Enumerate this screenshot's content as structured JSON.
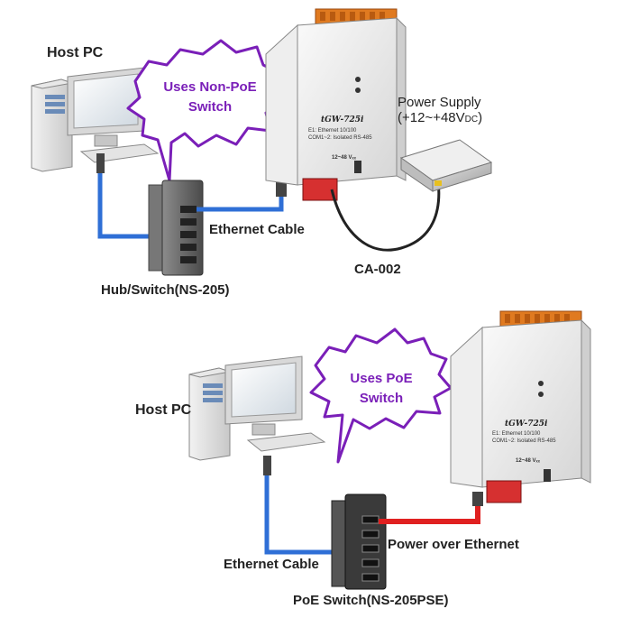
{
  "top": {
    "host_pc_label": "Host PC",
    "bubble_line1": "Uses Non-PoE",
    "bubble_line2": "Switch",
    "power_supply_line1": "Power Supply",
    "power_supply_line2": "(+12~+48V",
    "power_supply_subscript": "DC",
    "power_supply_close": ")",
    "ethernet_cable_label": "Ethernet Cable",
    "ca002_label": "CA-002",
    "switch_label": "Hub/Switch(NS-205)",
    "device_model": "tGW-725i",
    "device_line1": "E1: Ethernet 10/100",
    "device_line2": "COM1~2: Isolated RS-485",
    "device_power": "12~48 Vₓₓ"
  },
  "bottom": {
    "host_pc_label": "Host PC",
    "bubble_line1": "Uses PoE",
    "bubble_line2": "Switch",
    "ethernet_cable_label": "Ethernet Cable",
    "poe_label": "Power over Ethernet",
    "switch_label": "PoE Switch(NS-205PSE)",
    "device_model": "tGW-725i",
    "device_line1": "E1: Ethernet 10/100",
    "device_line2": "COM1~2: Isolated RS-485",
    "device_power": "12~48 Vₓₓ"
  },
  "colors": {
    "ethernet_blue": "#2f6fd6",
    "poe_red": "#e02020",
    "bubble_purple": "#7a1fb8",
    "terminal_orange": "#e07a20"
  }
}
